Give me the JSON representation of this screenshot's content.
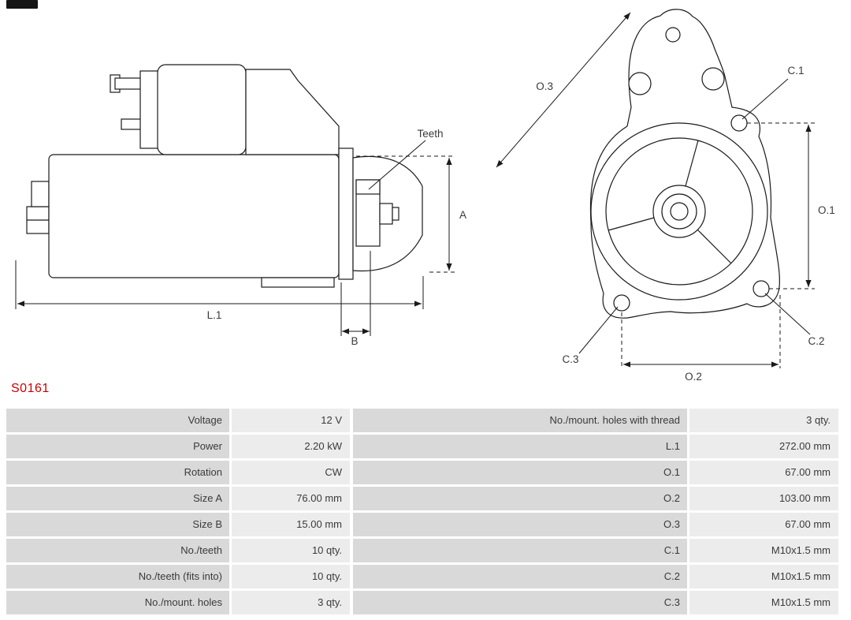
{
  "part_number": "S0161",
  "diagram": {
    "side_view_labels": {
      "teeth": "Teeth",
      "dim_a": "A",
      "dim_b": "B",
      "dim_l1": "L.1"
    },
    "front_view_labels": {
      "dim_o1": "O.1",
      "dim_o2": "O.2",
      "dim_o3": "O.3",
      "hole_c1": "C.1",
      "hole_c2": "C.2",
      "hole_c3": "C.3"
    }
  },
  "spec_table": {
    "left_rows": [
      {
        "label": "Voltage",
        "value": "12 V"
      },
      {
        "label": "Power",
        "value": "2.20 kW"
      },
      {
        "label": "Rotation",
        "value": "CW"
      },
      {
        "label": "Size A",
        "value": "76.00 mm"
      },
      {
        "label": "Size B",
        "value": "15.00 mm"
      },
      {
        "label": "No./teeth",
        "value": "10 qty."
      },
      {
        "label": "No./teeth (fits into)",
        "value": "10 qty."
      },
      {
        "label": "No./mount. holes",
        "value": "3 qty."
      }
    ],
    "right_rows": [
      {
        "label": "No./mount. holes with thread",
        "value": "3 qty."
      },
      {
        "label": "L.1",
        "value": "272.00 mm"
      },
      {
        "label": "O.1",
        "value": "67.00 mm"
      },
      {
        "label": "O.2",
        "value": "103.00 mm"
      },
      {
        "label": "O.3",
        "value": "67.00 mm"
      },
      {
        "label": "C.1",
        "value": "M10x1.5 mm"
      },
      {
        "label": "C.2",
        "value": "M10x1.5 mm"
      },
      {
        "label": "C.3",
        "value": "M10x1.5 mm"
      }
    ]
  },
  "colors": {
    "part_number_red": "#cc0000",
    "table_label_bg": "#d9d9d9",
    "table_value_bg": "#ececec",
    "line_color": "#1a1a1a"
  }
}
